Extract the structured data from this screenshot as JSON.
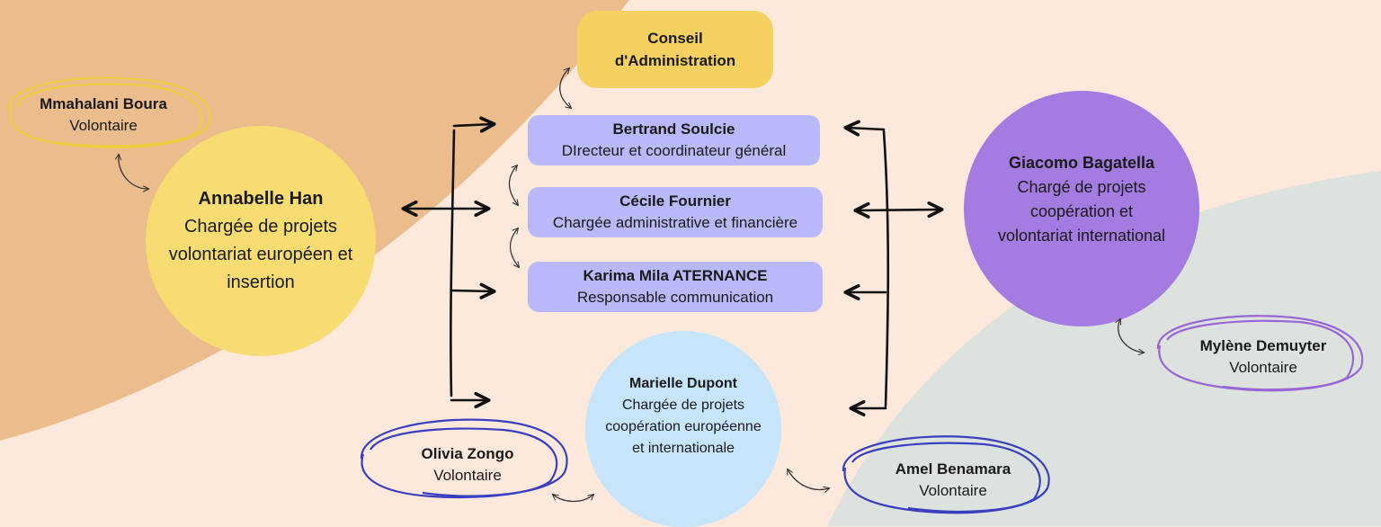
{
  "colors": {
    "background": "#fde9dc",
    "left_region": "#ebbd8d",
    "right_region": "#dce3de",
    "conseil": "#f3d05f",
    "staff_pill": "#b9b8f8",
    "yellow_circle": "#f7dc72",
    "purple_circle": "#a47be0",
    "blue_circle": "#c6e4fa",
    "scribble_yellow": "#f0cc40",
    "scribble_blue": "#3a3fc0",
    "scribble_purple": "#9a66d6"
  },
  "conseil": {
    "line1": "Conseil",
    "line2": "d'Administration"
  },
  "staff": [
    {
      "name": "Bertrand Soulcie",
      "role": "DIrecteur et coordinateur général"
    },
    {
      "name": "Cécile Fournier",
      "role": "Chargée administrative et financière"
    },
    {
      "name": "Karima Mila ATERNANCE",
      "role": "Responsable communication"
    }
  ],
  "annabelle": {
    "name": "Annabelle Han",
    "role1": "Chargée de projets",
    "role2": "volontariat européen et",
    "role3": "insertion"
  },
  "giacomo": {
    "name": "Giacomo Bagatella",
    "role1": "Chargé de projets",
    "role2": "coopération et",
    "role3": "volontariat international"
  },
  "marielle": {
    "name": "Marielle Dupont",
    "role1": "Chargée de projets",
    "role2": "coopération européenne",
    "role3": "et internationale"
  },
  "volunteers": {
    "mmahalani": {
      "name": "Mmahalani Boura",
      "role": "Volontaire"
    },
    "olivia": {
      "name": "Olivia Zongo",
      "role": "Volontaire"
    },
    "amel": {
      "name": "Amel Benamara",
      "role": "Volontaire"
    },
    "mylene": {
      "name": "Mylène Demuyter",
      "role": "Volontaire"
    }
  }
}
